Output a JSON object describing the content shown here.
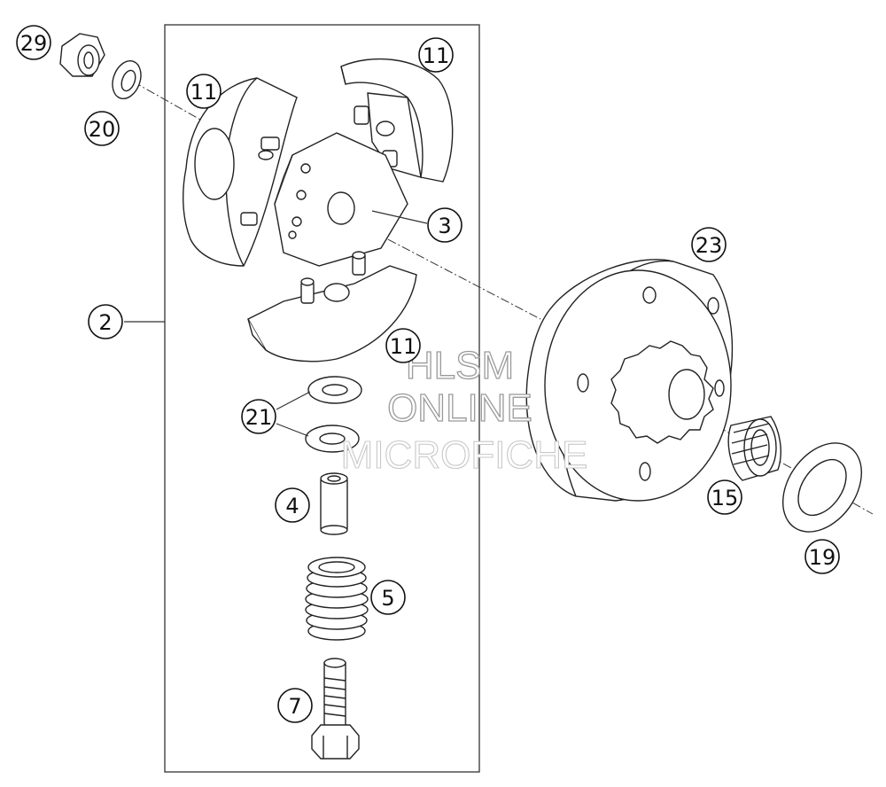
{
  "callouts": {
    "c29": "29",
    "c20": "20",
    "c11a": "11",
    "c11b": "11",
    "c11c": "11",
    "c3": "3",
    "c2": "2",
    "c23": "23",
    "c21": "21",
    "c4": "4",
    "c5": "5",
    "c7": "7",
    "c15": "15",
    "c19": "19"
  },
  "watermark": {
    "line1": "HLSM",
    "line2": "ONLINE",
    "line3": "MICROFICHE"
  }
}
